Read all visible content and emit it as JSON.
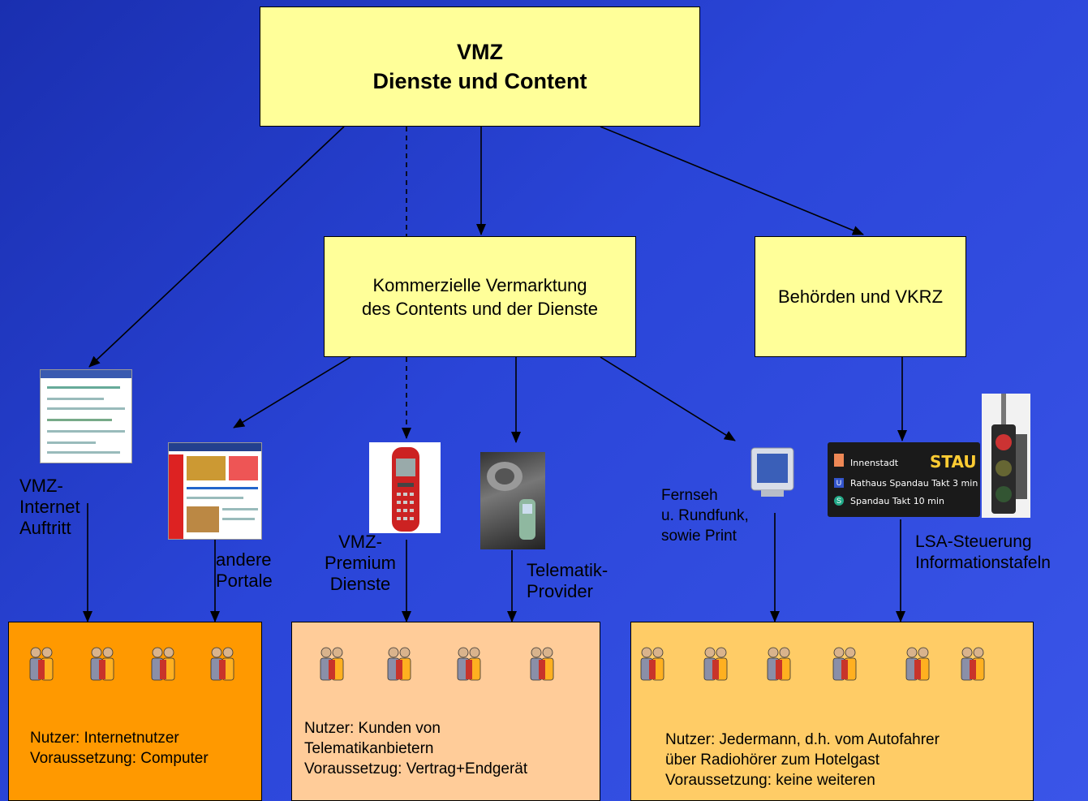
{
  "boxes": {
    "vmz": {
      "line1": "VMZ",
      "line2": "Dienste und Content"
    },
    "kommerziell": {
      "line1": "Kommerzielle Vermarktung",
      "line2": "des Contents und der Dienste"
    },
    "behoerden": {
      "label": "Behörden und VKRZ"
    }
  },
  "channels": {
    "internet": {
      "line1": "VMZ-",
      "line2": "Internet",
      "line3": "Auftritt"
    },
    "portale": {
      "line1": "andere",
      "line2": "Portale"
    },
    "premium": {
      "line1": "VMZ-",
      "line2": "Premium",
      "line3": "Dienste"
    },
    "telematik": {
      "line1": "Telematik-",
      "line2": "Provider"
    },
    "fernseh": {
      "line1": "Fernseh",
      "line2": "u. Rundfunk,",
      "line3": "sowie Print"
    },
    "lsa": {
      "line1": "LSA-Steuerung",
      "line2": "Informationstafeln"
    }
  },
  "display_board": {
    "line1": "Innenstadt",
    "status": "STAU",
    "line2": "Rathaus Spandau Takt 3 min",
    "line3": "Spandau Takt 10 min"
  },
  "user_groups": [
    {
      "line1": "Nutzer: Internetnutzer",
      "line2": "Voraussetzung: Computer",
      "line3": "",
      "color": "#ff9900"
    },
    {
      "line1": "Nutzer: Kunden von",
      "line2": "Telematikanbietern",
      "line3": "Voraussetzug: Vertrag+Endgerät",
      "color": "#ffcc99"
    },
    {
      "line1": "Nutzer: Jedermann, d.h. vom Autofahrer",
      "line2": "über Radiohörer zum Hotelgast",
      "line3": "Voraussetzung: keine weiteren",
      "color": "#ffcc66"
    }
  ],
  "icons": [
    "browser-screenshot",
    "portal-screenshot",
    "mobile-phone",
    "car-telematics-device",
    "tv-monitor",
    "traffic-display-board",
    "traffic-light",
    "user-group-icon"
  ],
  "colors": {
    "background": "#2a45d8",
    "box_yellow": "#ffff99"
  }
}
